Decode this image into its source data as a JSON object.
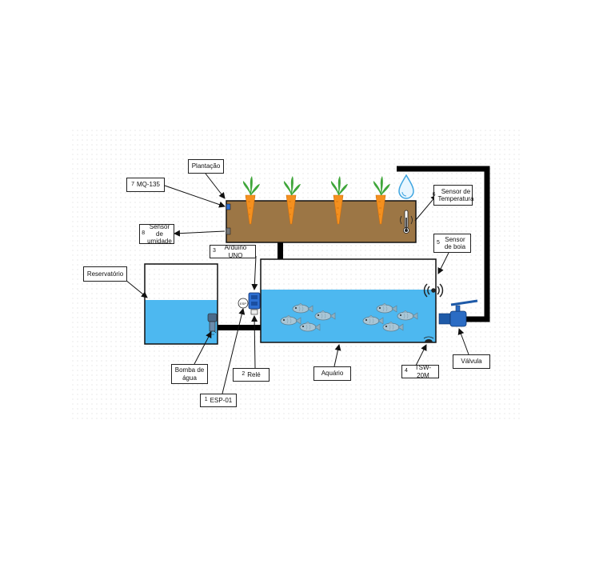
{
  "labels": {
    "plantacao": {
      "text": "Plantação"
    },
    "mq135": {
      "number": "7",
      "text": "MQ-135"
    },
    "umidade": {
      "number": "8",
      "text": "Sensor de umidade"
    },
    "arduino": {
      "number": "3",
      "text": "Arduino UNO"
    },
    "reservatorio": {
      "text": "Reservatório"
    },
    "temperatura": {
      "number": "6",
      "text": "Sensor de Temperatura"
    },
    "boia": {
      "number": "5",
      "text": "Sensor de boia"
    },
    "bomba": {
      "text": "Bomba de água"
    },
    "rele": {
      "number": "2",
      "text": "Relé"
    },
    "aquario": {
      "text": "Aquário"
    },
    "tsw": {
      "number": "4",
      "text": "TSW-20M"
    },
    "valvula": {
      "text": "Válvula"
    },
    "esp": {
      "number": "1",
      "text": "ESP-01"
    }
  },
  "device_text": {
    "esp_chip": "ESP"
  },
  "colors": {
    "water": "#4db8f0",
    "soil": "#9c7645",
    "carrot": "#f5901e",
    "leaf": "#3fa63a",
    "pipe": "#000000",
    "fish": "#a9c6d6",
    "drop": "#3fa5e0",
    "arduino": "#2e6fd1",
    "valve": "#1e5aa8",
    "background_dots": "#d9d9d9"
  },
  "icons": [
    "carrot-icon",
    "water-drop-icon",
    "thermometer-icon",
    "fish-icon",
    "valve-icon",
    "pump-icon",
    "wifi-signal-icon"
  ]
}
